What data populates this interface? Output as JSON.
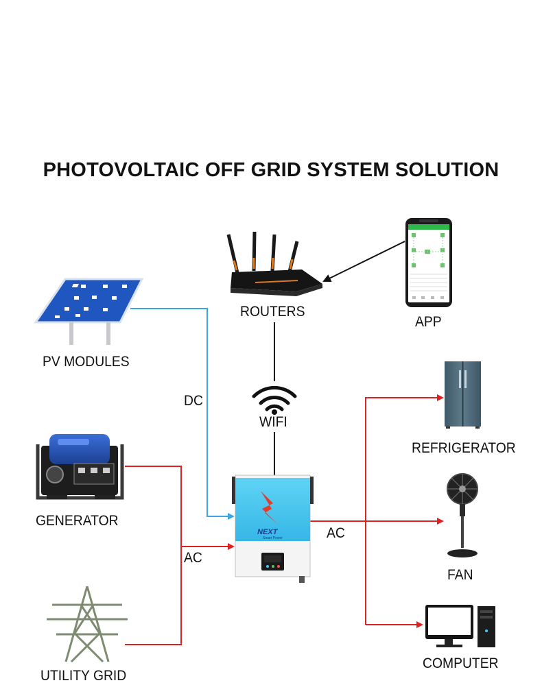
{
  "title": "PHOTOVOLTAIC OFF GRID SYSTEM SOLUTION",
  "nodes": {
    "pv_modules": "PV MODULES",
    "routers": "ROUTERS",
    "app": "APP",
    "wifi": "WIFI",
    "generator": "GENERATOR",
    "utility_grid": "UTILITY GRID",
    "refrigerator": "REFRIGERATOR",
    "fan": "FAN",
    "computer": "COMPUTER"
  },
  "edges": {
    "dc": "DC",
    "ac_in": "AC",
    "ac_out": "AC"
  },
  "inverter": {
    "brand": "NEXT",
    "brand_sub": "Smart Power"
  },
  "colors": {
    "dc_line": "#3aa8e0",
    "ac_line": "#e02020",
    "data_line": "#111111",
    "panel_cell": "#1c4fb0",
    "inverter_top": "#46c6ee"
  },
  "icons": [
    "solar-panel-icon",
    "router-icon",
    "smartphone-icon",
    "wifi-icon",
    "generator-icon",
    "power-tower-icon",
    "inverter-icon",
    "refrigerator-icon",
    "fan-icon",
    "computer-icon"
  ]
}
